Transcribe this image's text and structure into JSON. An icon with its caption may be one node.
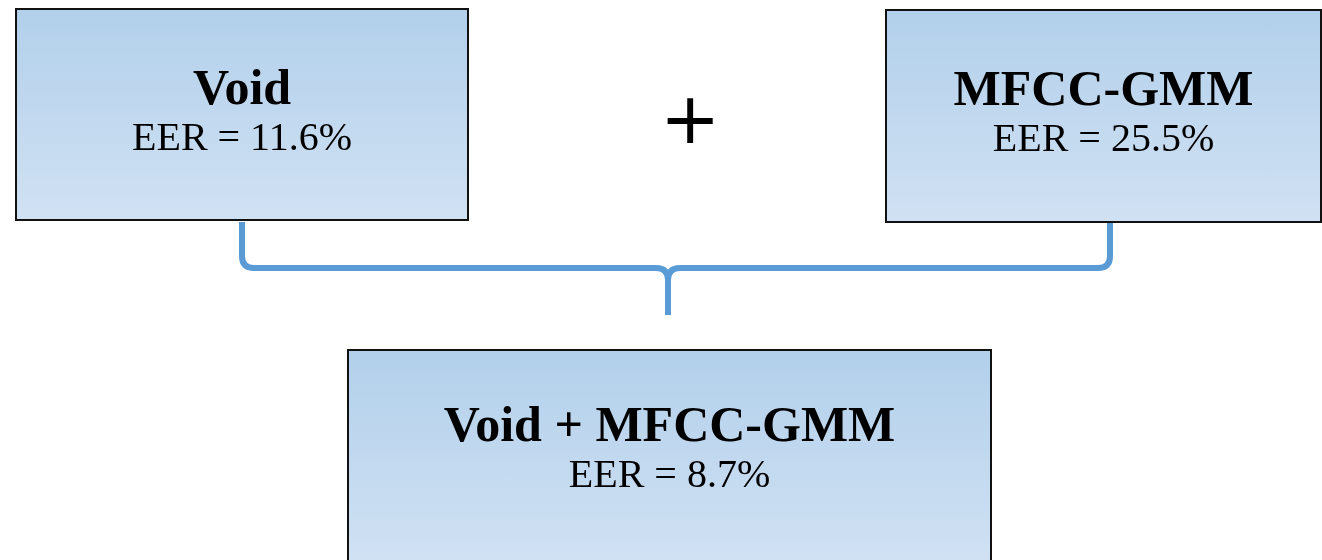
{
  "diagram": {
    "nodes": [
      {
        "text": [
          "Void",
          "EER = 11.6%"
        ]
      },
      {
        "text": [
          "MFCC-GMM",
          "EER = 25.5%"
        ]
      },
      {
        "text": [
          "Void + MFCC-GMM",
          "EER = 8.7%"
        ]
      }
    ],
    "labels": [
      "+"
    ]
  }
}
